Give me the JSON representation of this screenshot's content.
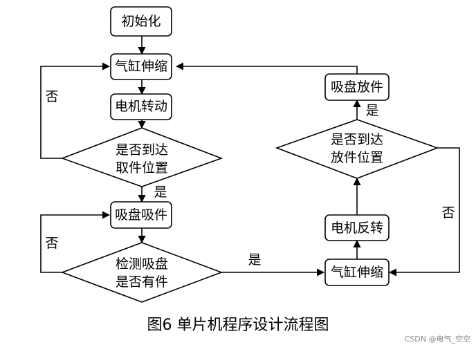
{
  "nodes": {
    "init": "初始化",
    "cylinder_extend_1": "气缸伸缩",
    "motor_forward": "电机转动",
    "check_pick_line1": "是否到达",
    "check_pick_line2": "取件位置",
    "suction_pick": "吸盘吸件",
    "check_suction_line1": "检测吸盘",
    "check_suction_line2": "是否有件",
    "cylinder_extend_2": "气缸伸缩",
    "motor_reverse": "电机反转",
    "check_place_line1": "是否到达",
    "check_place_line2": "放件位置",
    "suction_release": "吸盘放件"
  },
  "labels": {
    "no_pick": "否",
    "yes_pick": "是",
    "no_suction": "否",
    "yes_suction": "是",
    "yes_place": "是",
    "no_place": "否"
  },
  "caption": "图6 单片机程序设计流程图",
  "watermark": "CSDN @电气_空空"
}
